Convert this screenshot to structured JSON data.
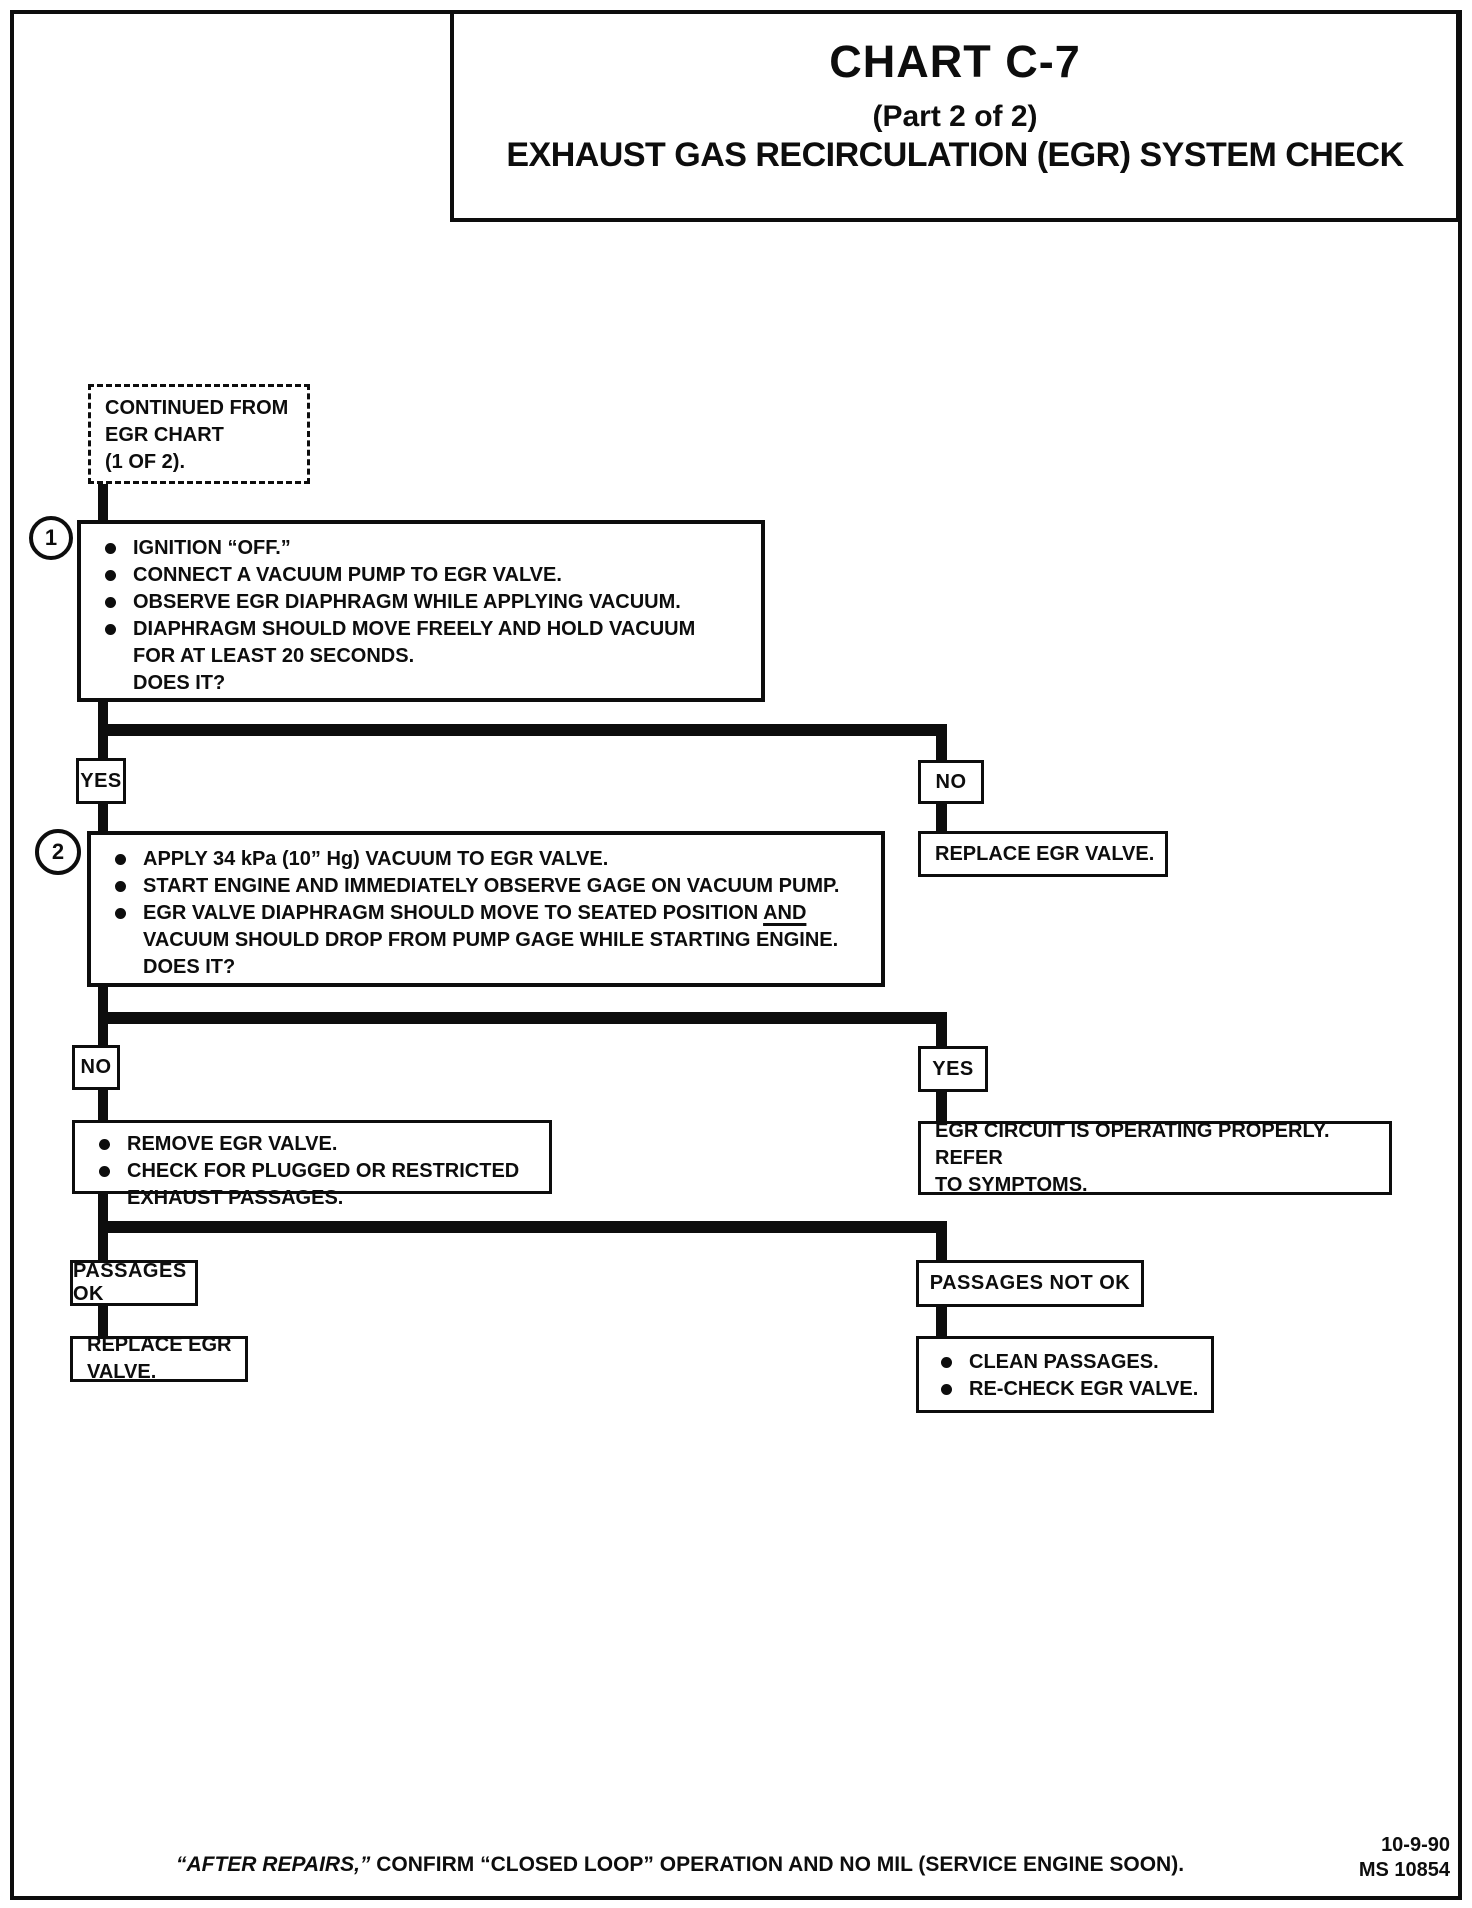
{
  "title": {
    "line1": "CHART C-7",
    "line2": "(Part 2 of 2)",
    "line3": "EXHAUST GAS RECIRCULATION (EGR) SYSTEM CHECK"
  },
  "start_box": {
    "line1": "CONTINUED FROM",
    "line2": "EGR CHART",
    "line3": "(1 OF 2)."
  },
  "step1": {
    "number": "1",
    "bullet1": "IGNITION “OFF.”",
    "bullet2": "CONNECT A VACUUM PUMP TO EGR VALVE.",
    "bullet3": "OBSERVE EGR DIAPHRAGM WHILE APPLYING VACUUM.",
    "bullet4": "DIAPHRAGM SHOULD MOVE FREELY AND HOLD VACUUM",
    "cont1": "FOR AT LEAST 20 SECONDS.",
    "cont2": "DOES IT?"
  },
  "branch1": {
    "yes_label": "YES",
    "no_label": "NO",
    "no_result": "REPLACE EGR VALVE."
  },
  "step2": {
    "number": "2",
    "bullet1": "APPLY 34 kPa (10” Hg) VACUUM TO EGR VALVE.",
    "bullet2": "START ENGINE AND IMMEDIATELY OBSERVE GAGE ON VACUUM PUMP.",
    "bullet3_before": "EGR VALVE DIAPHRAGM SHOULD MOVE TO SEATED POSITION ",
    "bullet3_underlined": "AND",
    "cont1": "VACUUM SHOULD DROP FROM PUMP GAGE WHILE STARTING ENGINE.",
    "cont2": "DOES IT?"
  },
  "branch2": {
    "no_label": "NO",
    "yes_label": "YES",
    "no_bullet1": "REMOVE EGR VALVE.",
    "no_bullet2": "CHECK FOR PLUGGED OR RESTRICTED EXHAUST PASSAGES.",
    "yes_result_line1": "EGR CIRCUIT IS OPERATING PROPERLY.  REFER",
    "yes_result_line2": "TO SYMPTOMS."
  },
  "branch3": {
    "ok_label": "PASSAGES OK",
    "ok_result": "REPLACE EGR VALVE.",
    "not_ok_label": "PASSAGES NOT OK",
    "not_ok_bullet1": "CLEAN PASSAGES.",
    "not_ok_bullet2": "RE-CHECK EGR VALVE."
  },
  "footer": {
    "note_italic": "“AFTER REPAIRS,”",
    "note_rest": " CONFIRM “CLOSED LOOP” OPERATION AND NO MIL (SERVICE ENGINE SOON).",
    "date": "10-9-90",
    "doc_id": "MS 10854"
  }
}
